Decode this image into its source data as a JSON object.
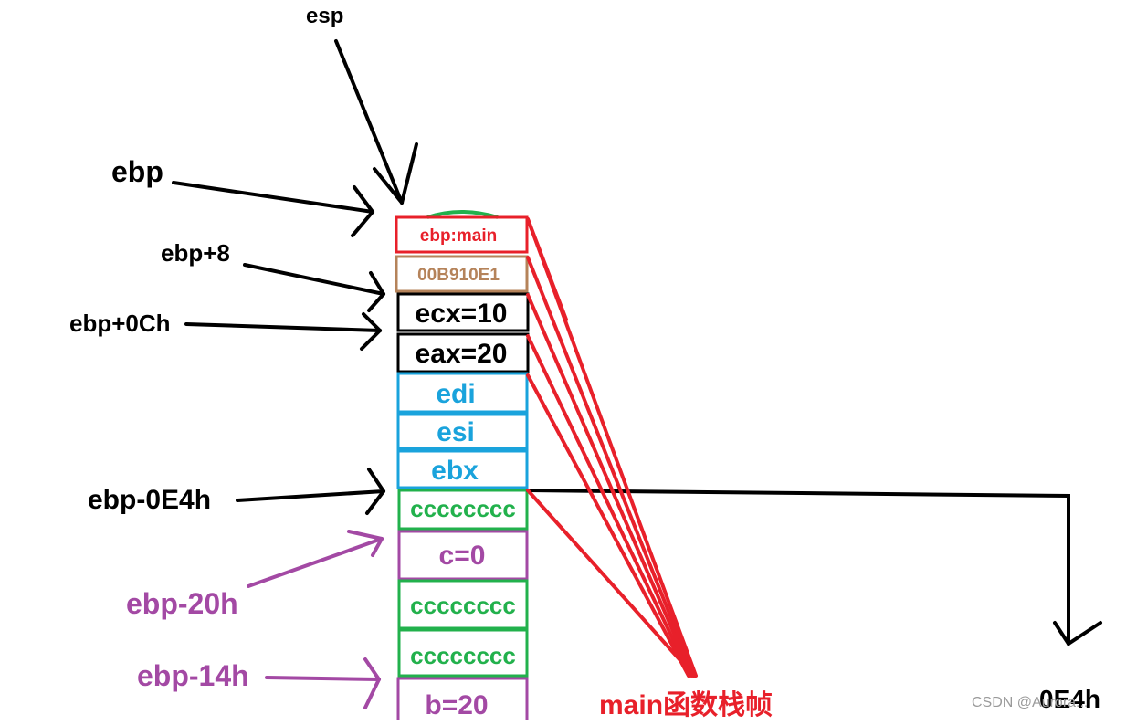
{
  "labels": {
    "esp": "esp",
    "ebp": "ebp",
    "ebp_plus_8": "ebp+8",
    "ebp_plus_0ch": "ebp+0Ch",
    "ebp_minus_0e4h": "ebp-0E4h",
    "ebp_minus_20h": "ebp-20h",
    "ebp_minus_14h": "ebp-14h",
    "frame_caption": "main函数栈帧",
    "size_label": "0E4h",
    "watermark": "CSDN @Aurora..."
  },
  "stack_cells": [
    {
      "text": "ebp:main",
      "color": "#e8202a"
    },
    {
      "text": "00B910E1",
      "color": "#b5835a"
    },
    {
      "text": "ecx=10",
      "color": "#000000"
    },
    {
      "text": "eax=20",
      "color": "#000000"
    },
    {
      "text": "edi",
      "color": "#1aa3dc"
    },
    {
      "text": "esi",
      "color": "#1aa3dc"
    },
    {
      "text": "ebx",
      "color": "#1aa3dc"
    },
    {
      "text": "cccccccc",
      "color": "#22b14c"
    },
    {
      "text": "c=0",
      "color": "#a349a4"
    },
    {
      "text": "cccccccc",
      "color": "#22b14c"
    },
    {
      "text": "cccccccc",
      "color": "#22b14c"
    },
    {
      "text": "b=20",
      "color": "#a349a4"
    }
  ],
  "colors": {
    "red": "#e8202a",
    "black": "#000000",
    "purple": "#a349a4",
    "green": "#22b14c",
    "blue": "#1aa3dc",
    "brown": "#b5835a",
    "gray": "#9a9a9a"
  }
}
